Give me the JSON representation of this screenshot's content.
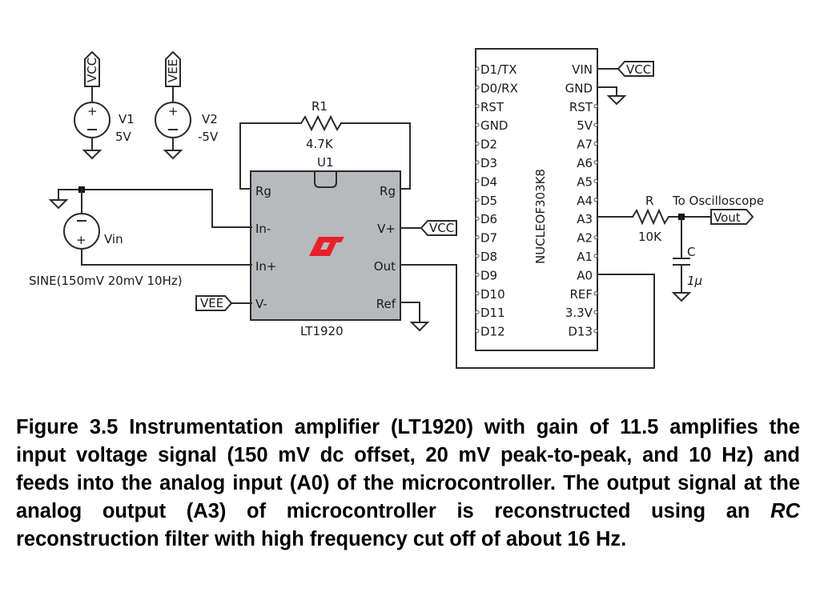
{
  "power_sources": [
    {
      "name": "V1",
      "value": "5V",
      "net": "VCC"
    },
    {
      "name": "V2",
      "value": "-5V",
      "net": "VEE"
    }
  ],
  "input_source": {
    "name": "Vin",
    "spec": "SINE(150mV 20mV 10Hz)",
    "plus_sign": "+",
    "minus_sign": "−"
  },
  "gain_resistor": {
    "ref": "R1",
    "value": "4.7K"
  },
  "amplifier": {
    "ref": "U1",
    "part": "LT1920",
    "logo_color": "#e8202a",
    "body_color": "#b7b9bc",
    "left_pins": [
      "Rg",
      "In-",
      "In+",
      "V-"
    ],
    "right_pins": [
      "Rg",
      "V+",
      "Out",
      "Ref"
    ]
  },
  "net_labels": {
    "vcc": "VCC",
    "vee": "VEE",
    "vout": "Vout"
  },
  "microcontroller": {
    "part": "NUCLEOF303K8",
    "left_pins": [
      "D1/TX",
      "D0/RX",
      "RST",
      "GND",
      "D2",
      "D3",
      "D4",
      "D5",
      "D6",
      "D7",
      "D8",
      "D9",
      "D10",
      "D11",
      "D12"
    ],
    "right_pins": [
      "VIN",
      "GND",
      "RST",
      "5V",
      "A7",
      "A6",
      "A5",
      "A4",
      "A3",
      "A2",
      "A1",
      "A0",
      "REF",
      "3.3V",
      "D13"
    ]
  },
  "filter": {
    "resistor": {
      "ref": "R",
      "value": "10K"
    },
    "capacitor": {
      "ref": "C",
      "value": "1μ"
    },
    "output_note": "To Oscilloscope"
  },
  "caption": {
    "figure_label": "Figure 3.5",
    "text_before_italic": " Instrumentation amplifier (LT1920) with gain of 11.5 amplifies the input voltage signal (150 mV dc offset, 20 mV peak-to-peak, and 10 Hz) and feeds into the analog input (A0) of the microcontroller. The output signal at the analog output (A3) of microcontroller is reconstructed using an ",
    "italic": "RC",
    "text_after_italic": " reconstruction filter with high frequency cut off of about 16 Hz."
  }
}
